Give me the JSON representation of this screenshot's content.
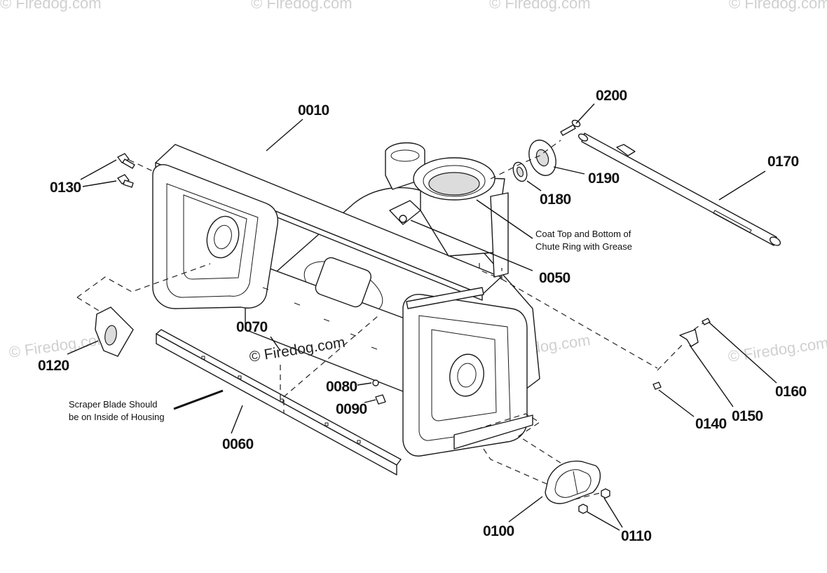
{
  "callouts": {
    "c0010": "0010",
    "c0050": "0050",
    "c0060": "0060",
    "c0070": "0070",
    "c0080": "0080",
    "c0090": "0090",
    "c0100": "0100",
    "c0110": "0110",
    "c0120": "0120",
    "c0130": "0130",
    "c0140": "0140",
    "c0150": "0150",
    "c0160": "0160",
    "c0170": "0170",
    "c0180": "0180",
    "c0190": "0190",
    "c0200": "0200"
  },
  "notes": {
    "chute_line1": "Coat Top and Bottom of",
    "chute_line2": "Chute Ring with Grease",
    "scraper_line1": "Scraper Blade Should",
    "scraper_line2": "be on Inside of Housing"
  },
  "watermarks": {
    "center": "© Firedog.com",
    "faint": "© Firedog.com"
  }
}
